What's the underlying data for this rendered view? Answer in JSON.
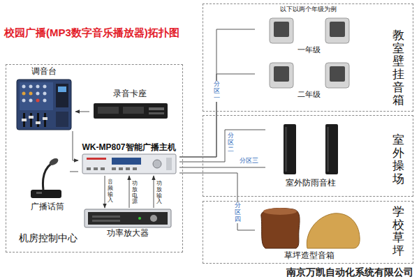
{
  "diagram": {
    "title": "校园广播(MP3数字音乐播放器)拓扑图",
    "nodes": [
      {
        "text": [
          "机房控制中心"
        ]
      },
      {
        "text": [
          "调音台"
        ],
        "in": 0
      },
      {
        "text": [
          "录音卡座"
        ],
        "in": 0
      },
      {
        "text": [
          "WK-MP807智能广播主机"
        ],
        "in": 0
      },
      {
        "text": [
          "广播话筒"
        ],
        "in": 0
      },
      {
        "text": [
          "功率放大器"
        ],
        "in": 0
      },
      {
        "text": [
          "以下以两个年级为例",
          "教室壁挂音箱"
        ]
      },
      {
        "text": [
          "一年级"
        ],
        "in": 6
      },
      {
        "text": [
          "二年级"
        ],
        "in": 6
      },
      {
        "text": [
          "室外操场"
        ]
      },
      {
        "text": [
          "室外防雨音柱"
        ],
        "in": 9
      },
      {
        "text": [
          "学校草坪"
        ]
      },
      {
        "text": [
          "草坪造型音箱"
        ],
        "in": 11
      }
    ],
    "edges": [
      {
        "from": 2,
        "to": 1,
        "arrow": "to"
      },
      {
        "from": 1,
        "to": 3,
        "arrow": "to"
      },
      {
        "from": 4,
        "to": 3,
        "arrow": "none"
      },
      {
        "from": 3,
        "to": 5,
        "label": "音频输入",
        "arrow": "to"
      },
      {
        "from": 5,
        "to": 3,
        "label": "功放电源",
        "arrow": "to"
      },
      {
        "from": 5,
        "to": 3,
        "label": "功放输入",
        "arrow": "to"
      },
      {
        "from": 3,
        "to": 7,
        "label": "分区一",
        "arrow": "none"
      },
      {
        "from": 3,
        "to": 8,
        "arrow": "none"
      },
      {
        "from": 3,
        "to": 10,
        "label": "分区二",
        "arrow": "none"
      },
      {
        "from": 3,
        "to": 10,
        "label": "分区三",
        "arrow": "none"
      },
      {
        "from": 3,
        "to": 12,
        "label": "分区四",
        "arrow": "none"
      }
    ],
    "labels": [
      "南京万凯自动化系统有限公司"
    ]
  }
}
